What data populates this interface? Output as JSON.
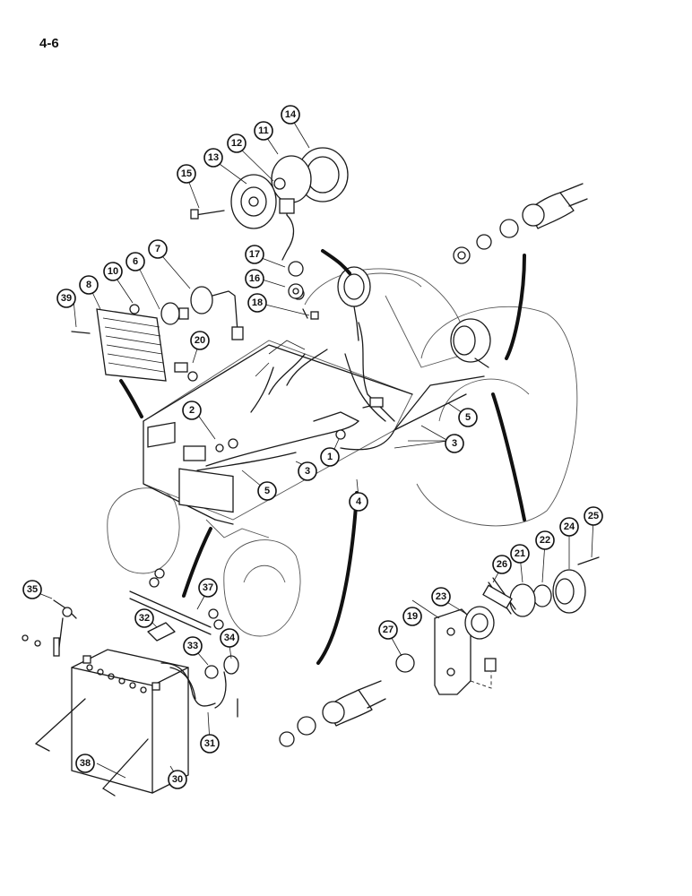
{
  "page_number": "4-6",
  "callouts": [
    "1",
    "2",
    "3",
    "3",
    "4",
    "5",
    "5",
    "6",
    "7",
    "8",
    "10",
    "11",
    "12",
    "13",
    "14",
    "15",
    "16",
    "17",
    "18",
    "19",
    "20",
    "21",
    "22",
    "23",
    "24",
    "25",
    "26",
    "27",
    "30",
    "31",
    "32",
    "33",
    "34",
    "35",
    "37",
    "38",
    "39"
  ]
}
